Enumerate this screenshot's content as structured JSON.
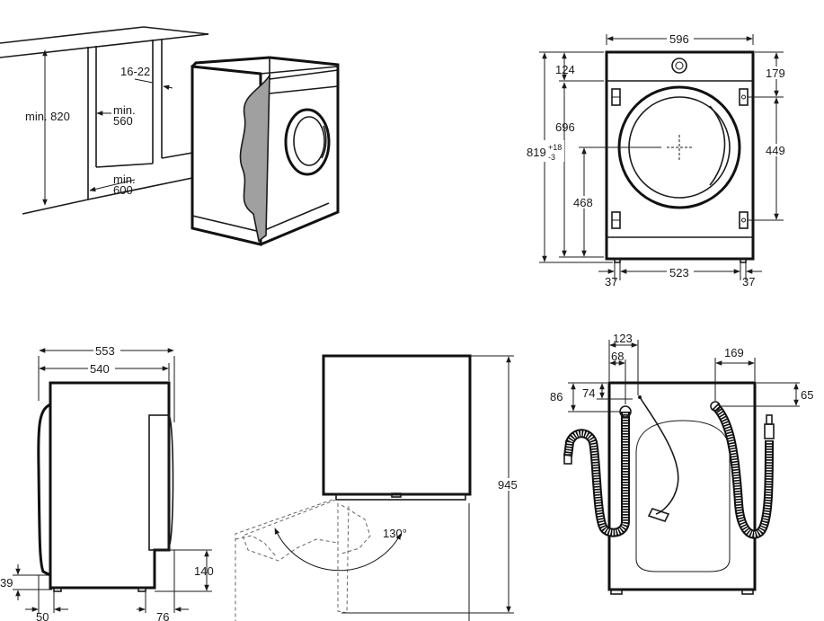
{
  "diagram": {
    "install_view": {
      "labels": {
        "height_min": "min. 820",
        "gap": "16-22",
        "width_min_a": "min.",
        "width_min_b": "560",
        "depth_min_a": "min.",
        "depth_min_b": "600"
      }
    },
    "front_view": {
      "labels": {
        "width": "596",
        "top_offset": "124",
        "right_top": "179",
        "body_height": "696",
        "total_height": "819",
        "tol_plus": "+18",
        "tol_minus": "-3",
        "door_center": "468",
        "hinge_spacing": "449",
        "foot_left": "37",
        "foot_span": "523",
        "foot_right": "37"
      }
    },
    "side_view": {
      "labels": {
        "total_depth": "553",
        "body_depth": "540",
        "recess_height": "140",
        "foot_height": "39",
        "front_offset": "50",
        "rear_offset": "76"
      }
    },
    "door_view": {
      "labels": {
        "open_height": "945",
        "angle": "130°"
      }
    },
    "rear_view": {
      "labels": {
        "inlet_x": "123",
        "drain_x": "68",
        "drain_from_top": "86",
        "drain_drop": "74",
        "inlet2_x": "169",
        "inlet2_from_top": "65"
      }
    }
  },
  "colors": {
    "line": "#1a1a1a",
    "wall": "#999999",
    "background": "#ffffff"
  }
}
